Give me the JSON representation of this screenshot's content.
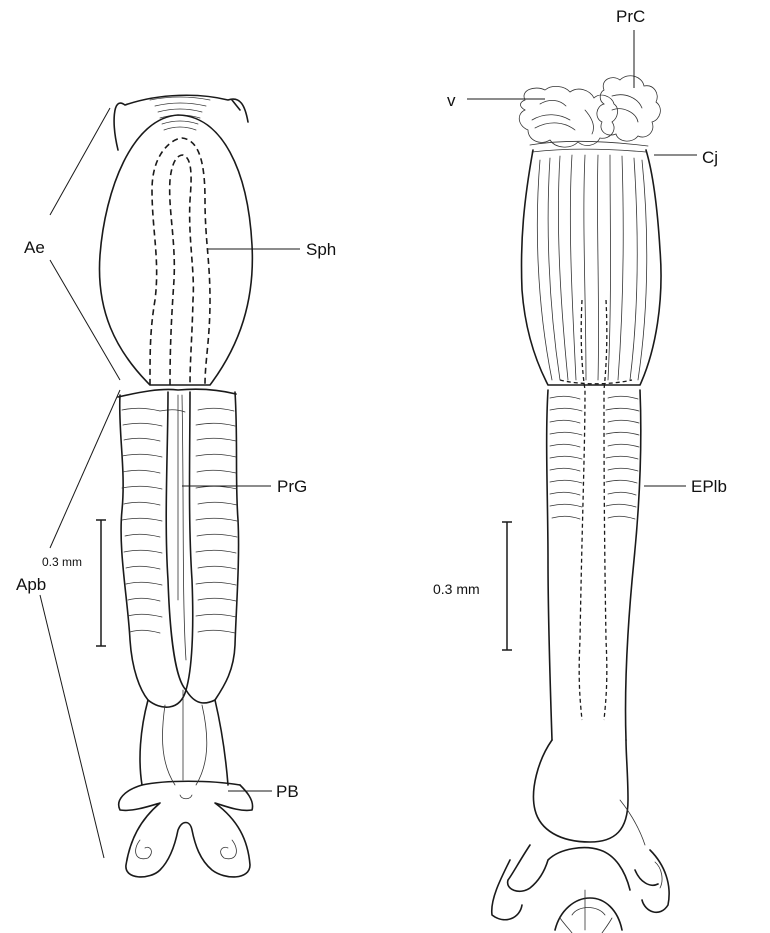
{
  "left_specimen": {
    "labels": {
      "ae": "Ae",
      "sph": "Sph",
      "prg": "PrG",
      "apb": "Apb",
      "pb": "PB"
    },
    "scale_bar": "0.3 mm"
  },
  "right_specimen": {
    "labels": {
      "v": "v",
      "prc": "PrC",
      "cj": "Cj",
      "eplb": "EPlb"
    },
    "scale_bar": "0.3 mm"
  }
}
